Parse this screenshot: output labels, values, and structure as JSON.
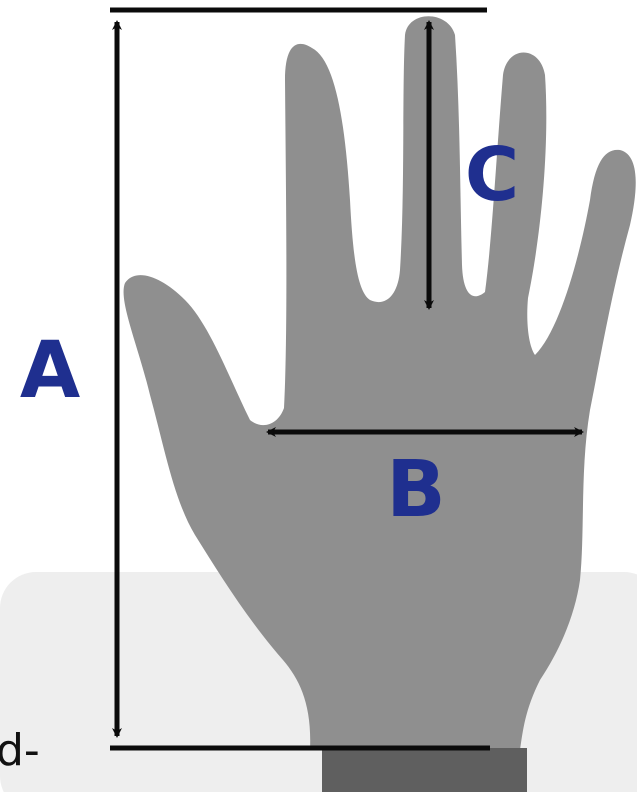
{
  "labels": {
    "a": "A",
    "b": "B",
    "c": "C"
  },
  "partial_text": "d-",
  "colors": {
    "hand": "#8f8f8f",
    "wrist_band": "#5f5f5f",
    "panel": "#eeeeee",
    "lines": "#0b0b0b",
    "label_text": "#1f2f8f",
    "partial_text": "#111111"
  }
}
